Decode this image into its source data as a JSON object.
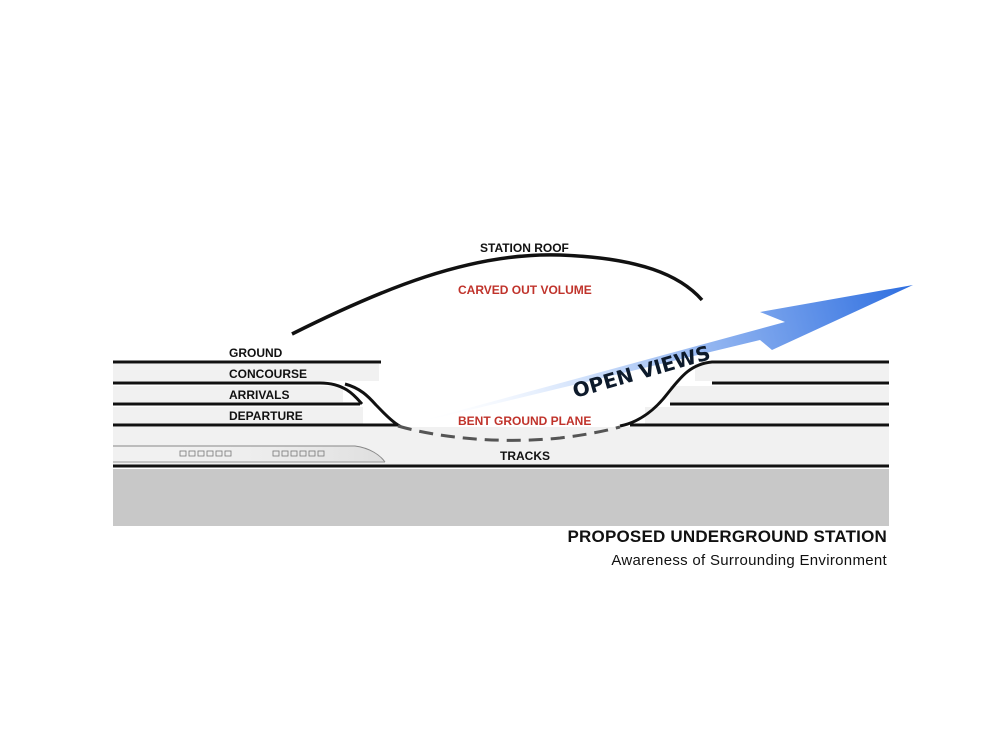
{
  "labels": {
    "station_roof": "STATION ROOF",
    "carved_out_volume": "CARVED OUT VOLUME",
    "ground": "GROUND",
    "concourse": "CONCOURSE",
    "arrivals": "ARRIVALS",
    "departure": "DEPARTURE",
    "bent_ground_plane": "BENT GROUND PLANE",
    "tracks": "TRACKS",
    "open_views": "OPEN VIEWS"
  },
  "caption": {
    "title": "PROPOSED UNDERGROUND STATION",
    "subtitle": "Awareness of Surrounding Environment"
  },
  "colors": {
    "line": "#111111",
    "annotation_red": "#c0332b",
    "ground_mass": "#c8c8c8",
    "arrow_start": "#ffffff",
    "arrow_end": "#2f6fe0"
  }
}
